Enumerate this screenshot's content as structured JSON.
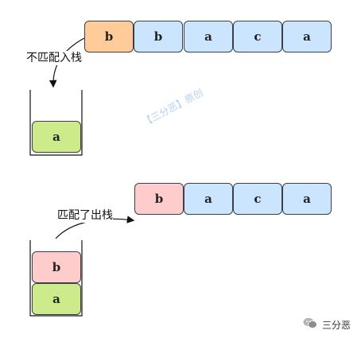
{
  "top_sequence": [
    "b",
    "b",
    "a",
    "c",
    "a"
  ],
  "label_top": "不匹配入栈",
  "stack_top": [
    "a"
  ],
  "bottom_sequence": [
    "b",
    "a",
    "c",
    "a"
  ],
  "label_bottom": "匹配了出栈",
  "stack_bottom": [
    "b",
    "a"
  ],
  "watermark": "【三分恶】原创",
  "brand": "三分恶",
  "colors": {
    "highlight_orange": "#ffcc99",
    "queue_blue": "#cce5ff",
    "match_pink": "#ffcccc",
    "stack_green": "#cdeb8b"
  },
  "icons": [
    "wechat-icon"
  ]
}
